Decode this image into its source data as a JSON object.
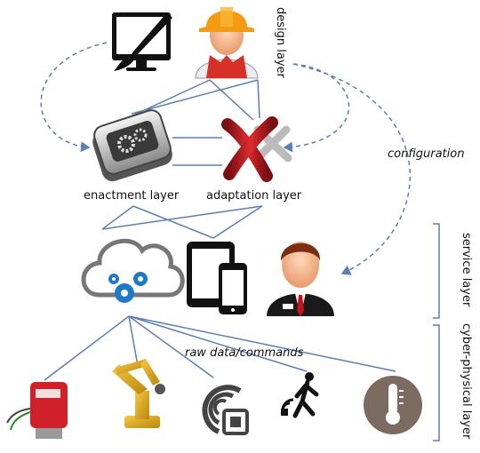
{
  "labels": {
    "design_layer": "design layer",
    "configuration": "configuration",
    "enactment_layer": "enactment layer",
    "adaptation_layer": "adaptation layer",
    "raw_data": "raw data/commands",
    "service_layer": "service layer",
    "cyber_physical_layer": "cyber-physical layer"
  },
  "colors": {
    "connector": "#5b7fb5",
    "accent_blue": "#1f78c8",
    "red": "#c0161c",
    "dark": "#1a1a1a"
  }
}
